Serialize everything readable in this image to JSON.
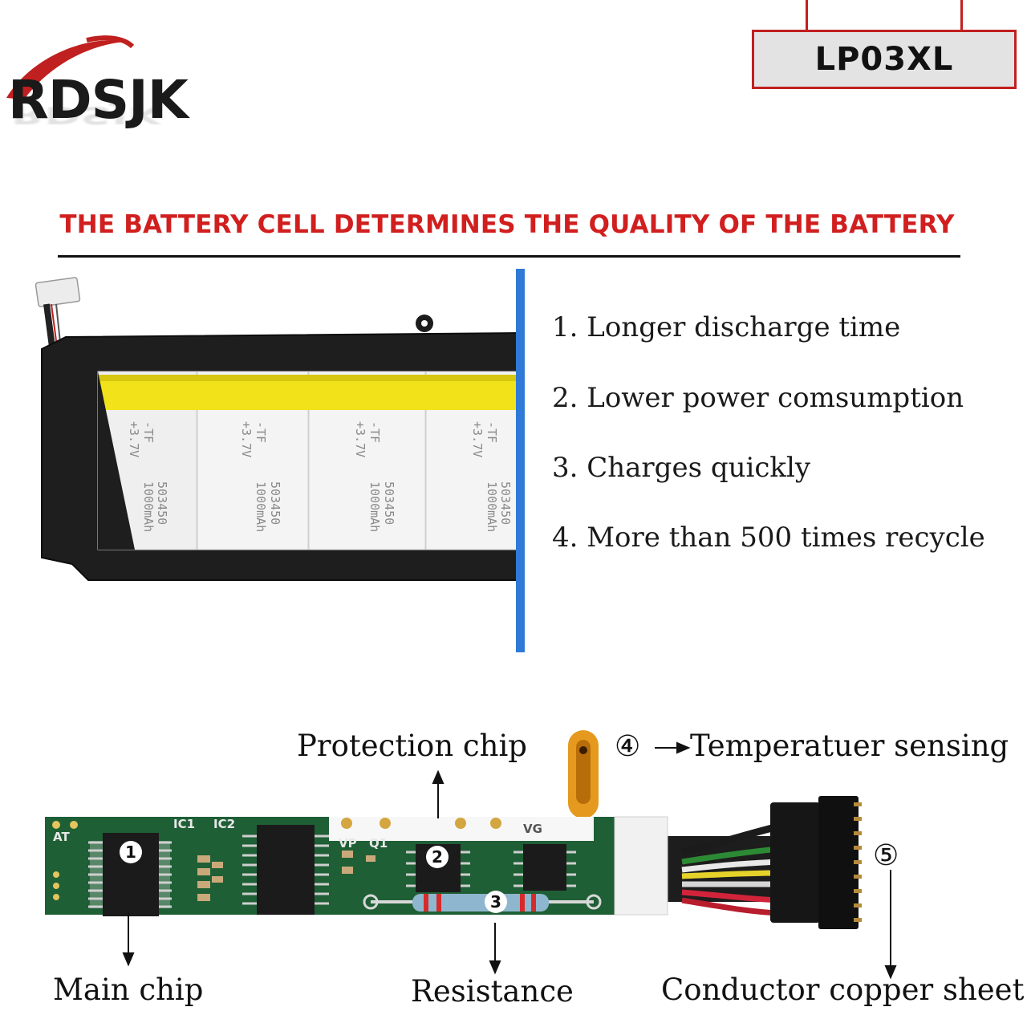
{
  "brand": {
    "name": "RDSJK"
  },
  "model": "LP03XL",
  "headline": "THE BATTERY CELL DETERMINES THE QUALITY OF THE BATTERY",
  "features": [
    "1. Longer discharge time",
    "2. Lower power comsumption",
    "3. Charges quickly",
    "4. More than 500 times recycle"
  ],
  "cells": [
    {
      "t1": "-TF",
      "t2": "+3.7V",
      "t3": "503450",
      "t4": "1000mAh"
    },
    {
      "t1": "-TF",
      "t2": "+3.7V",
      "t3": "503450",
      "t4": "1000mAh"
    },
    {
      "t1": "-TF",
      "t2": "+3.7V",
      "t3": "503450",
      "t4": "1000mAh"
    },
    {
      "t1": "-TF",
      "t2": "+3.7V",
      "t3": "503450",
      "t4": "1000mAh"
    }
  ],
  "board": {
    "silkscreen": {
      "ic1": "IC1",
      "ic2": "IC2",
      "at": "AT",
      "vp": "VP",
      "q1": "Q1",
      "vg": "VG"
    },
    "markers": [
      "1",
      "2",
      "3"
    ],
    "markers_circled": [
      "④",
      "⑤"
    ]
  },
  "labels": {
    "protection_chip": "Protection chip",
    "temperature_sensing": "Temperatuer sensing",
    "main_chip": "Main chip",
    "resistance": "Resistance",
    "conductor": "Conductor copper sheet"
  },
  "colors": {
    "accent_red": "#d11f1f",
    "pcb_green": "#1f5f36",
    "cell_yellow": "#f2e21a",
    "divider_blue": "#2f7ad6"
  }
}
